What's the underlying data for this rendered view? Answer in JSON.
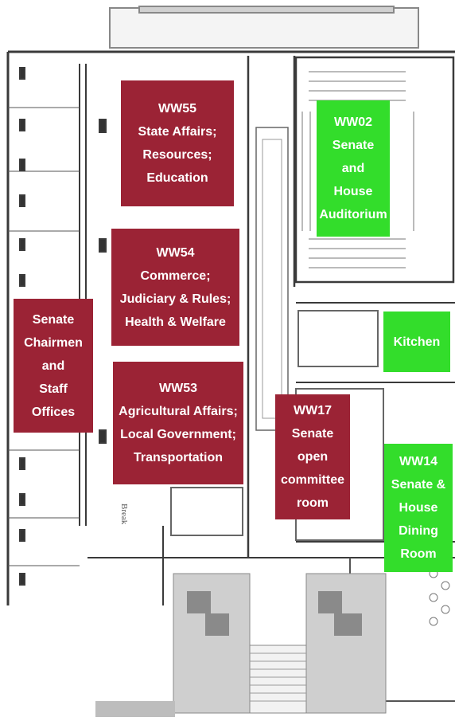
{
  "map": {
    "rooms": [
      {
        "id": "ww55",
        "color": "maroon",
        "lines": [
          "WW55",
          "State Affairs;",
          "Resources;",
          "Education"
        ]
      },
      {
        "id": "ww54",
        "color": "maroon",
        "lines": [
          "WW54",
          "Commerce;",
          "Judiciary & Rules;",
          "Health & Welfare"
        ]
      },
      {
        "id": "ww53",
        "color": "maroon",
        "lines": [
          "WW53",
          "Agricultural Affairs;",
          "Local Government;",
          "Transportation"
        ]
      },
      {
        "id": "senate-offices",
        "color": "maroon",
        "lines": [
          "Senate",
          "Chairmen",
          "and",
          "Staff",
          "Offices"
        ]
      },
      {
        "id": "ww17",
        "color": "maroon",
        "lines": [
          "WW17",
          "Senate",
          "open",
          "committee",
          "room"
        ]
      },
      {
        "id": "ww02",
        "color": "green",
        "lines": [
          "WW02",
          "Senate",
          "and",
          "House",
          "Auditorium"
        ]
      },
      {
        "id": "kitchen",
        "color": "green",
        "lines": [
          "Kitchen"
        ]
      },
      {
        "id": "ww14",
        "color": "green",
        "lines": [
          "WW14",
          "Senate &",
          "House",
          "Dining",
          "Room"
        ]
      }
    ],
    "plan_label": "Break",
    "colors": {
      "maroon": "#9b2335",
      "green": "#33dd2b",
      "wall": "#3a3a3a",
      "stair": "#b5b5b5"
    }
  }
}
